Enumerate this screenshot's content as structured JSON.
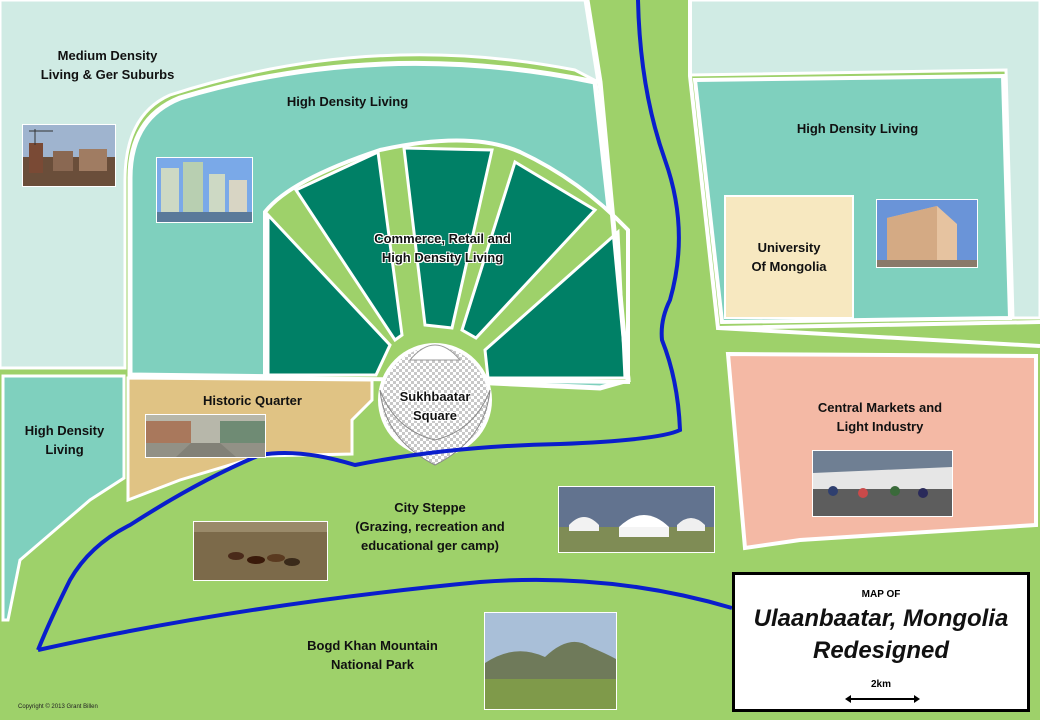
{
  "map": {
    "title_prefix": "MAP OF",
    "title_line1": "Ulaanbaatar, Mongolia",
    "title_line2": "Redesigned",
    "scale_label": "2km",
    "copyright": "Copyright © 2013 Grant Billen",
    "colors": {
      "steppe_green": "#9ed16a",
      "high_density_teal": "#7fd0be",
      "medium_density": "#d0ebe4",
      "commerce_dark": "#008066",
      "commerce_light": "#9ed16a",
      "historic_tan": "#e0c384",
      "university_cream": "#f7e8c0",
      "markets_salmon": "#f4b9a5",
      "river_blue": "#0a1ecc",
      "road_white": "#ffffff"
    }
  },
  "zones": {
    "medium_density": "Medium Density\nLiving & Ger Suburbs",
    "high_density_center": "High Density Living",
    "high_density_east": "High Density Living",
    "high_density_west": "High Density\nLiving",
    "commerce": "Commerce, Retail and\nHigh Density Living",
    "sukhbaatar": "Sukhbaatar\nSquare",
    "historic": "Historic Quarter",
    "university": "University\nOf Mongolia",
    "markets": "Central Markets and\nLight Industry",
    "steppe": "City Steppe\n(Grazing, recreation and\neducational ger camp)",
    "bogd_khan": "Bogd Khan Mountain\nNational Park"
  },
  "photos": [
    {
      "name": "construction-photo",
      "subject": "suburb construction"
    },
    {
      "name": "apartments-photo",
      "subject": "high-rise apartments"
    },
    {
      "name": "east-apartment-photo",
      "subject": "apartment building"
    },
    {
      "name": "historic-street-photo",
      "subject": "historic market street"
    },
    {
      "name": "market-photo",
      "subject": "central market crowd"
    },
    {
      "name": "horses-photo",
      "subject": "horses on steppe"
    },
    {
      "name": "ger-camp-photo",
      "subject": "ger camp"
    },
    {
      "name": "mountain-photo",
      "subject": "Bogd Khan mountain"
    }
  ]
}
